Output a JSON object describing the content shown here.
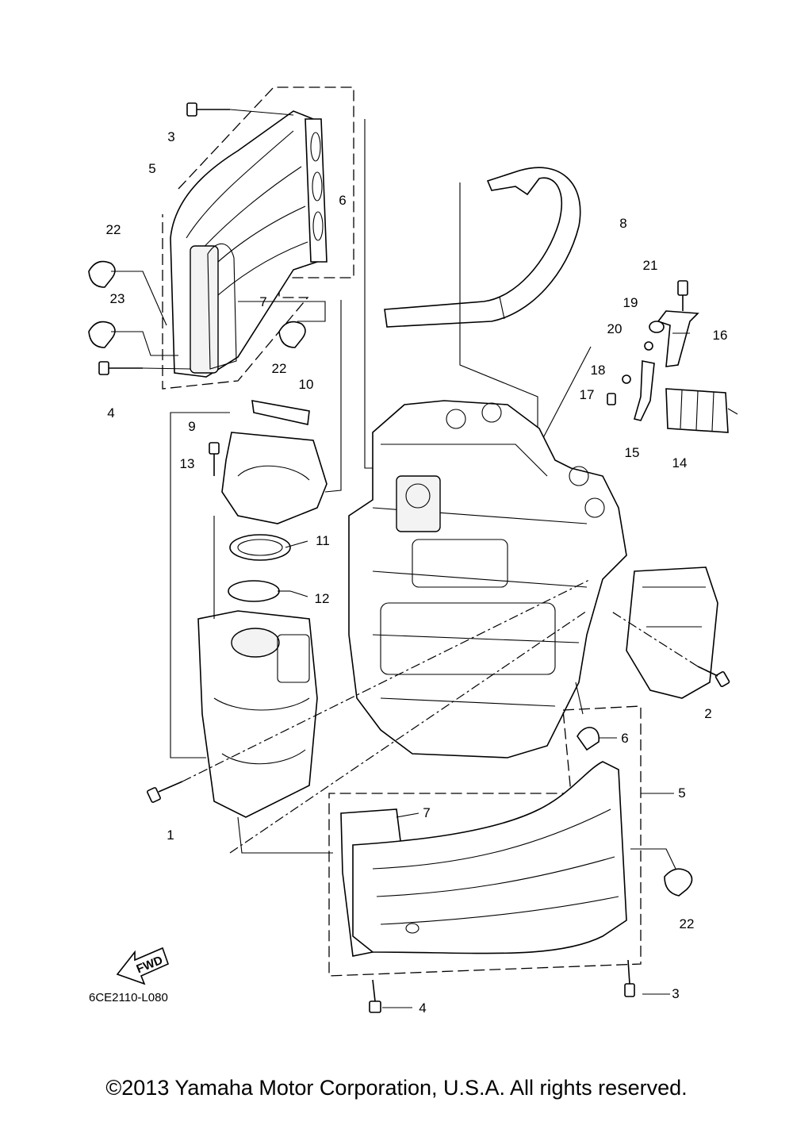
{
  "diagram": {
    "drawing_code": "6CE2110-L080",
    "fwd_label": "FWD",
    "callouts": [
      {
        "id": "c3a",
        "text": "3"
      },
      {
        "id": "c5a",
        "text": "5"
      },
      {
        "id": "c6a",
        "text": "6"
      },
      {
        "id": "c22a",
        "text": "22"
      },
      {
        "id": "c23",
        "text": "23"
      },
      {
        "id": "c7a",
        "text": "7"
      },
      {
        "id": "c22b",
        "text": "22"
      },
      {
        "id": "c4a",
        "text": "4"
      },
      {
        "id": "c8",
        "text": "8"
      },
      {
        "id": "c21",
        "text": "21"
      },
      {
        "id": "c19",
        "text": "19"
      },
      {
        "id": "c16",
        "text": "16"
      },
      {
        "id": "c20",
        "text": "20"
      },
      {
        "id": "c18",
        "text": "18"
      },
      {
        "id": "c17",
        "text": "17"
      },
      {
        "id": "c15",
        "text": "15"
      },
      {
        "id": "c14",
        "text": "14"
      },
      {
        "id": "c10",
        "text": "10"
      },
      {
        "id": "c9",
        "text": "9"
      },
      {
        "id": "c13",
        "text": "13"
      },
      {
        "id": "c11",
        "text": "11"
      },
      {
        "id": "c12",
        "text": "12"
      },
      {
        "id": "c2",
        "text": "2"
      },
      {
        "id": "c6b",
        "text": "6"
      },
      {
        "id": "c5b",
        "text": "5"
      },
      {
        "id": "c7b",
        "text": "7"
      },
      {
        "id": "c1",
        "text": "1"
      },
      {
        "id": "c22c",
        "text": "22"
      },
      {
        "id": "c4b",
        "text": "4"
      },
      {
        "id": "c3b",
        "text": "3"
      }
    ]
  },
  "footer": {
    "copyright": "©2013 Yamaha Motor Corporation, U.S.A. All rights reserved."
  }
}
